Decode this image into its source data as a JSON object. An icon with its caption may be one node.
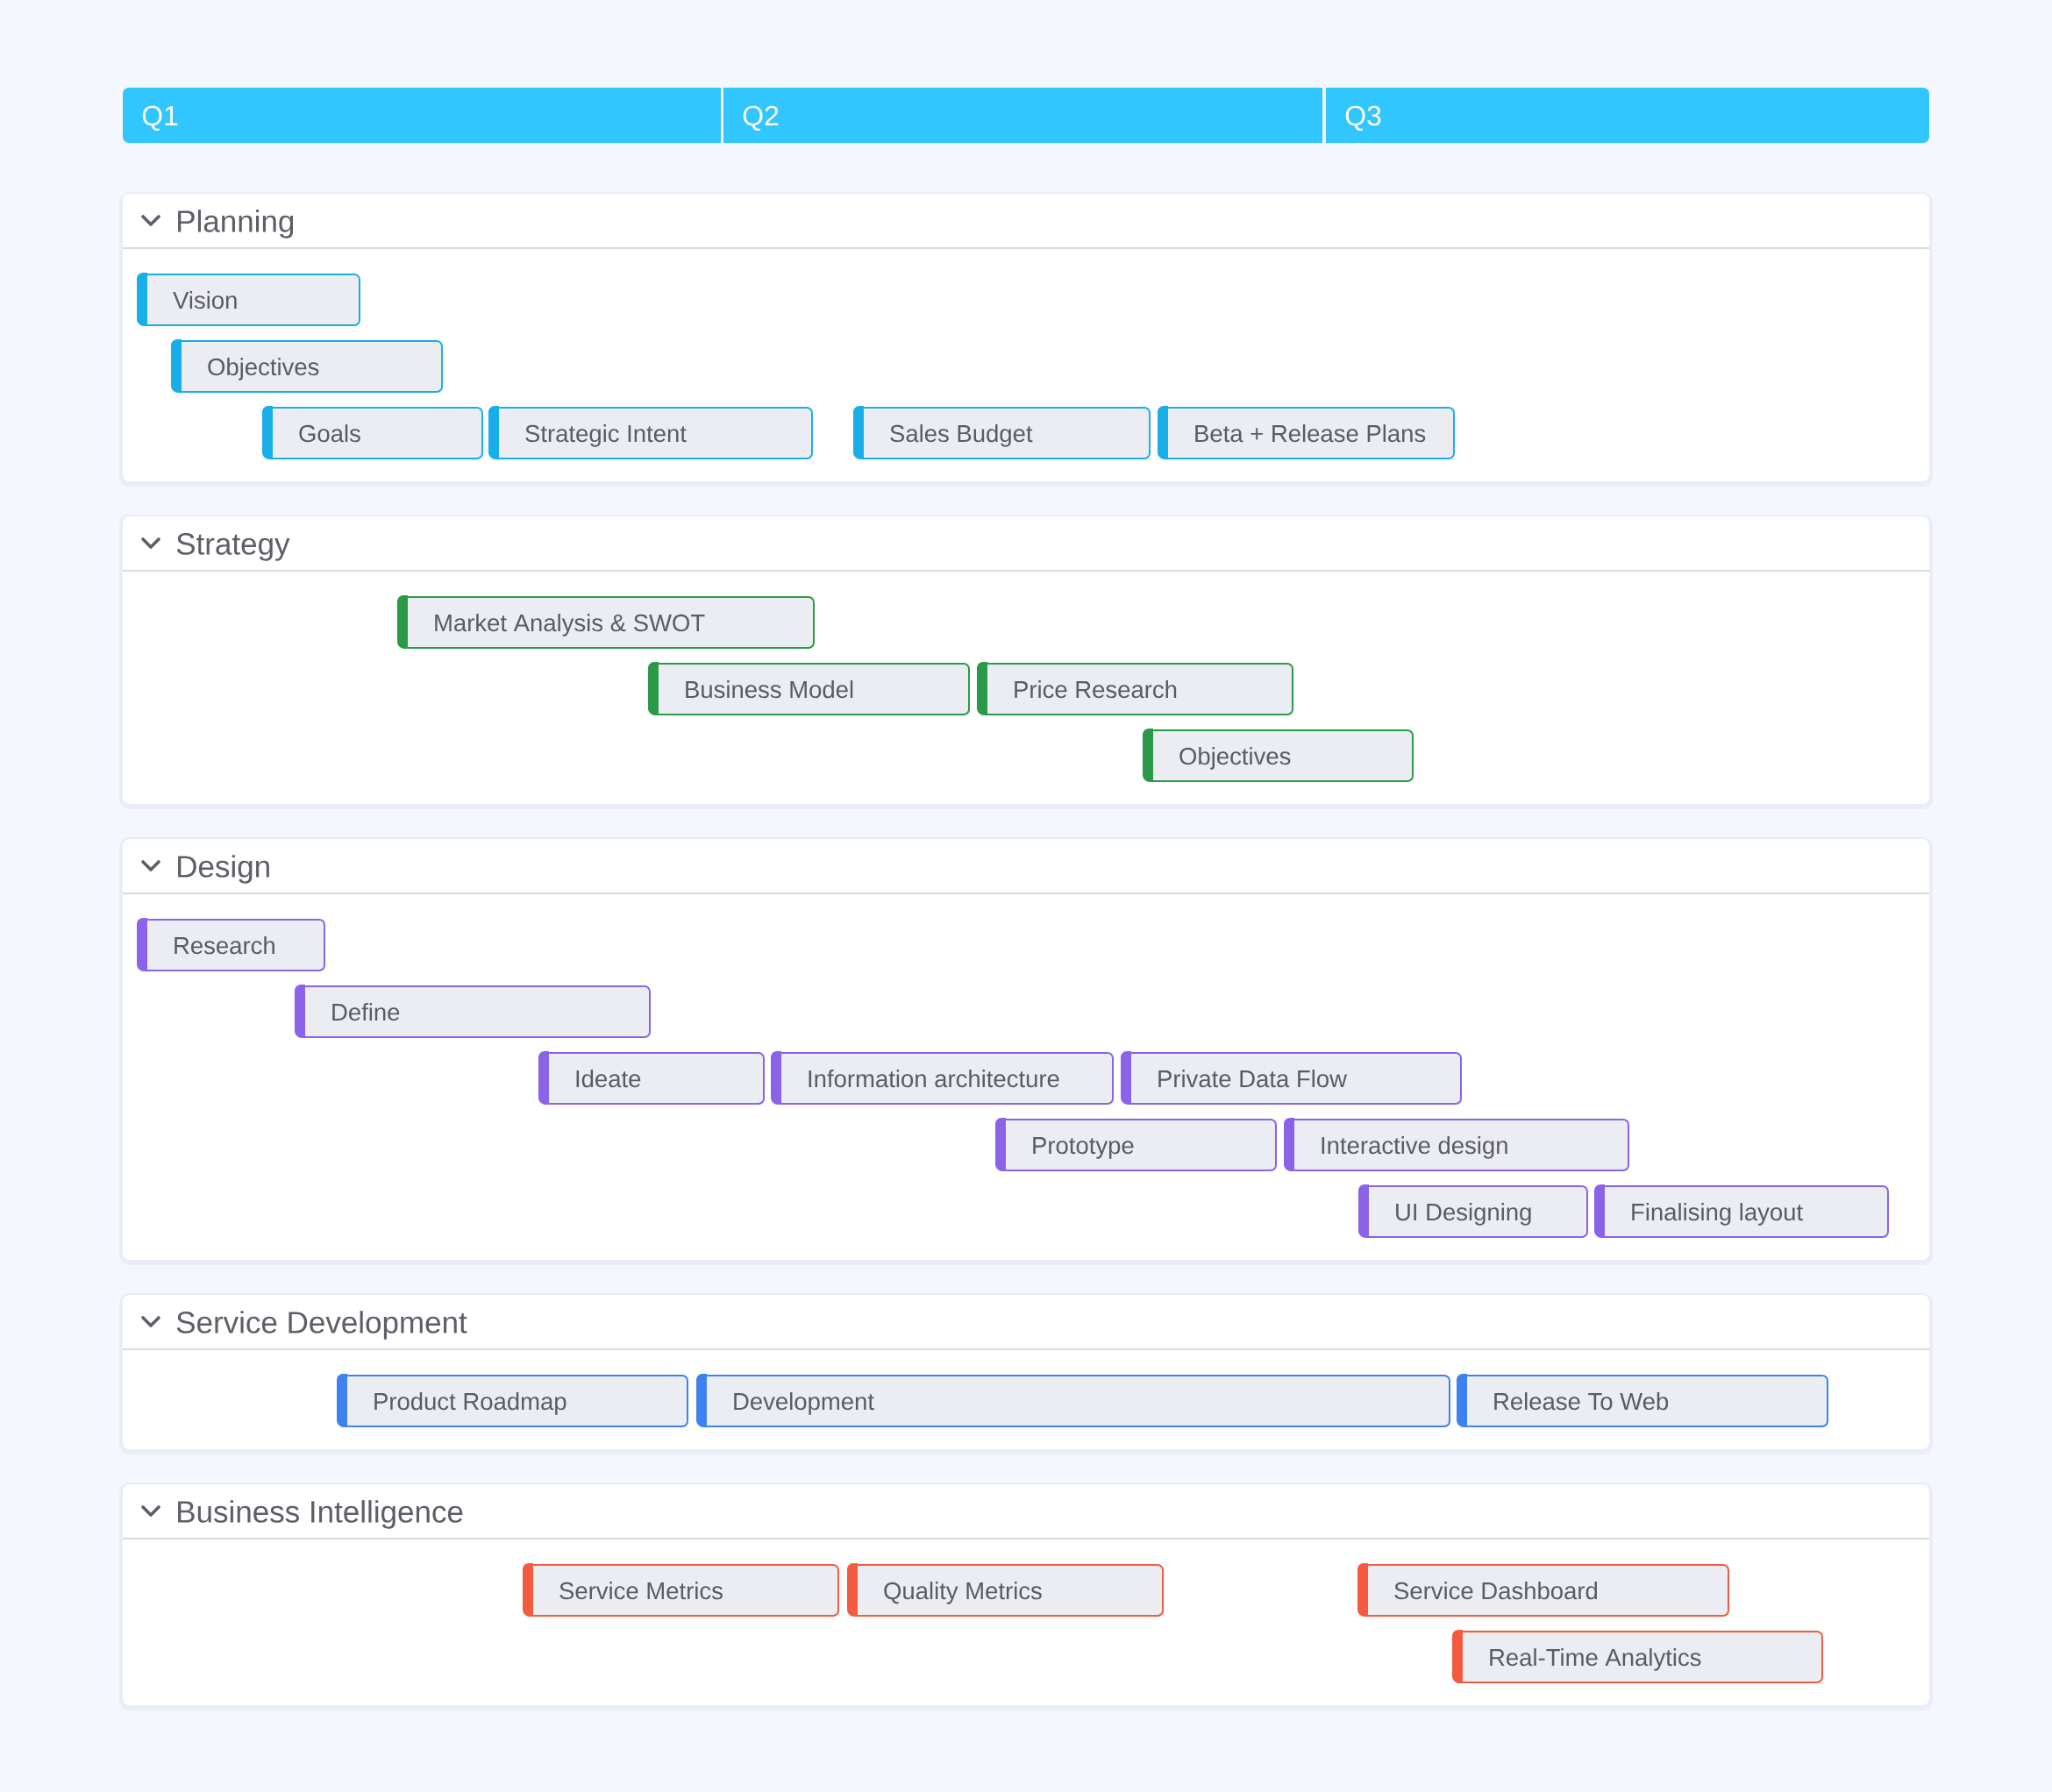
{
  "diagram": {
    "nodes": [
      {
        "text": [
          "Q1"
        ]
      },
      {
        "text": [
          "Q2"
        ]
      },
      {
        "text": [
          "Q3"
        ]
      },
      {
        "text": [
          "Planning"
        ]
      },
      {
        "text": [
          "Vision"
        ],
        "in": 3
      },
      {
        "text": [
          "Objectives"
        ],
        "in": 3
      },
      {
        "text": [
          "Goals"
        ],
        "in": 3
      },
      {
        "text": [
          "Strategic Intent"
        ],
        "in": 3
      },
      {
        "text": [
          "Sales Budget"
        ],
        "in": 3
      },
      {
        "text": [
          "Beta + Release Plans"
        ],
        "in": 3
      },
      {
        "text": [
          "Strategy"
        ]
      },
      {
        "text": [
          "Market Analysis & SWOT"
        ],
        "in": 10
      },
      {
        "text": [
          "Business Model"
        ],
        "in": 10
      },
      {
        "text": [
          "Price Research"
        ],
        "in": 10
      },
      {
        "text": [
          "Objectives"
        ],
        "in": 10
      },
      {
        "text": [
          "Design"
        ]
      },
      {
        "text": [
          "Research"
        ],
        "in": 15
      },
      {
        "text": [
          "Define"
        ],
        "in": 15
      },
      {
        "text": [
          "Ideate"
        ],
        "in": 15
      },
      {
        "text": [
          "Information architecture"
        ],
        "in": 15
      },
      {
        "text": [
          "Private Data Flow"
        ],
        "in": 15
      },
      {
        "text": [
          "Prototype"
        ],
        "in": 15
      },
      {
        "text": [
          "Interactive design"
        ],
        "in": 15
      },
      {
        "text": [
          "UI Designing"
        ],
        "in": 15
      },
      {
        "text": [
          "Finalising layout"
        ],
        "in": 15
      },
      {
        "text": [
          "Service Development"
        ]
      },
      {
        "text": [
          "Product Roadmap"
        ],
        "in": 25
      },
      {
        "text": [
          "Development"
        ],
        "in": 25
      },
      {
        "text": [
          "Release To Web"
        ],
        "in": 25
      },
      {
        "text": [
          "Business Intelligence"
        ]
      },
      {
        "text": [
          "Service Metrics"
        ],
        "in": 29
      },
      {
        "text": [
          "Quality Metrics"
        ],
        "in": 29
      },
      {
        "text": [
          "Service Dashboard"
        ],
        "in": 29
      },
      {
        "text": [
          "Real-Time Analytics"
        ],
        "in": 29
      }
    ]
  }
}
